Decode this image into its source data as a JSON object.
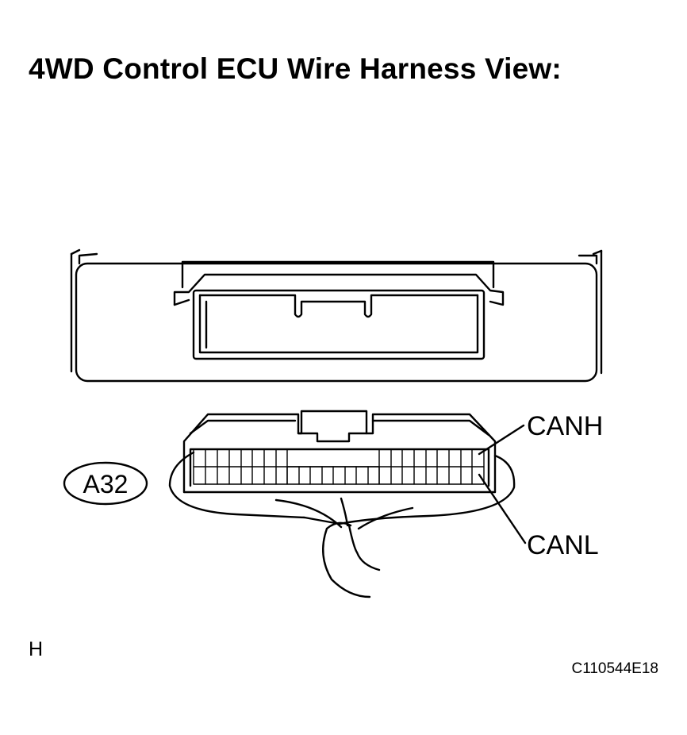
{
  "title": "4WD Control ECU Wire Harness View:",
  "connector": {
    "code": "A32"
  },
  "pins": {
    "upper": "CANH",
    "lower": "CANL"
  },
  "view_code": "H",
  "figure_id": "C110544E18",
  "colors": {
    "line": "#000000",
    "background": "#ffffff"
  }
}
